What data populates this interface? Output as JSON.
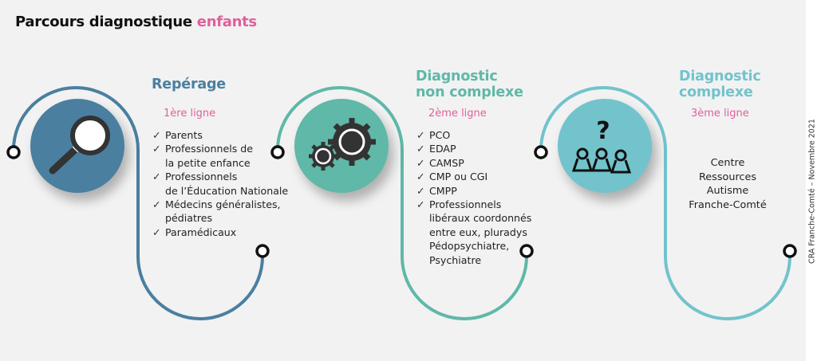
{
  "title": {
    "main": "Parcours diagnostique",
    "accent": "enfants"
  },
  "colors": {
    "blue": "#4a7fa0",
    "teal": "#5fb8a8",
    "light_teal": "#72c3cc",
    "pink": "#e0609a"
  },
  "sections": [
    {
      "title_lines": [
        "Repérage"
      ],
      "level": "1ère ligne",
      "icon": "magnifier-icon",
      "items": [
        [
          "Parents"
        ],
        [
          "Professionnels de",
          "la petite enfance"
        ],
        [
          "Professionnels",
          "de l’Éducation Nationale"
        ],
        [
          "Médecins généralistes,",
          "pédiatres"
        ],
        [
          "Paramédicaux"
        ]
      ]
    },
    {
      "title_lines": [
        "Diagnostic",
        "non complexe"
      ],
      "level": "2ème ligne",
      "icon": "gears-icon",
      "items": [
        [
          "PCO"
        ],
        [
          "EDAP"
        ],
        [
          "CAMSP"
        ],
        [
          "CMP ou CGI"
        ],
        [
          "CMPP"
        ],
        [
          "Professionnels",
          "libéraux coordonnés",
          "entre eux, pluradys",
          "Pédopsychiatre,",
          "Psychiatre"
        ]
      ]
    },
    {
      "title_lines": [
        "Diagnostic",
        "complexe"
      ],
      "level": "3ème ligne",
      "icon": "question-people-icon",
      "center_lines": [
        "Centre",
        "Ressources",
        "Autisme",
        "Franche-Comté"
      ]
    }
  ],
  "credit": "CRA Franche-Comté – Novembre 2021"
}
